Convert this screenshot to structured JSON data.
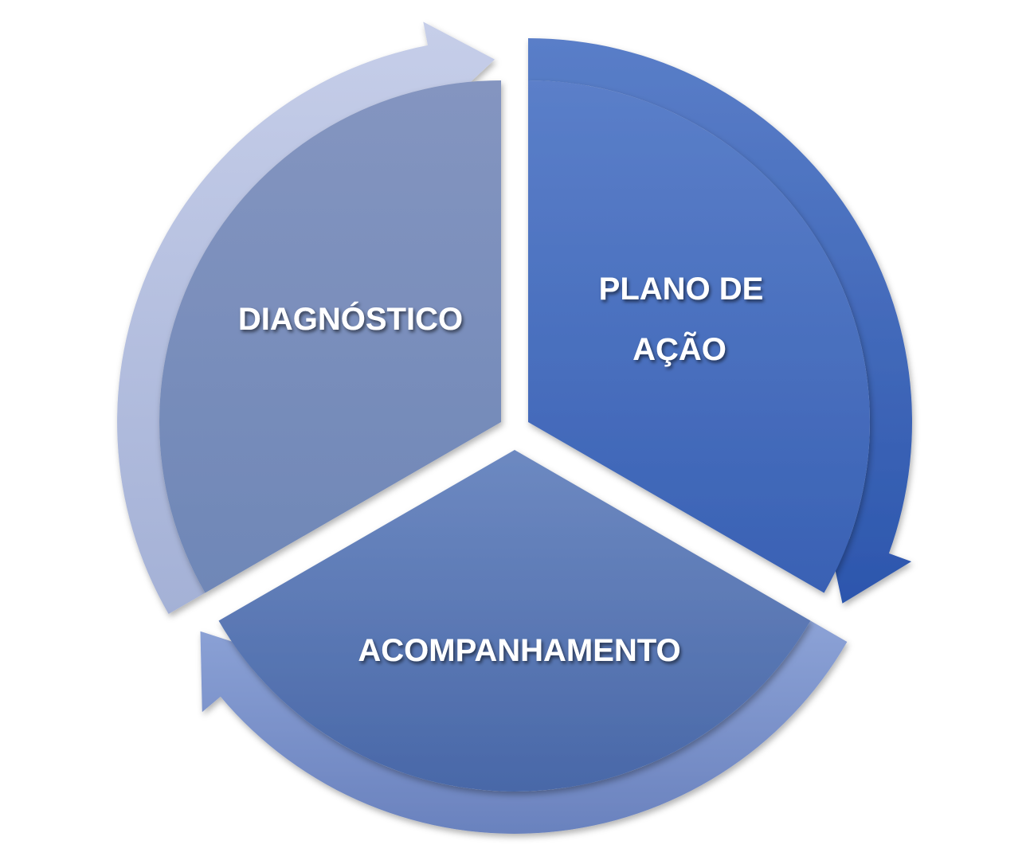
{
  "diagram": {
    "type": "cycle",
    "segments": [
      {
        "id": "diagnostico",
        "lines": [
          "DIAGNÓSTICO"
        ],
        "sector_colors": [
          "#8495c0",
          "#6f87b7"
        ],
        "ring_colors": [
          "#c6cee9",
          "#a4b1d6"
        ]
      },
      {
        "id": "plano",
        "lines": [
          "PLANO DE",
          "AÇÃO"
        ],
        "sector_colors": [
          "#5b7fc9",
          "#3961b4"
        ],
        "ring_colors": [
          "#5a7ec8",
          "#2c56ad"
        ]
      },
      {
        "id": "acompanhamento",
        "lines": [
          "ACOMPANHAMENTO"
        ],
        "sector_colors": [
          "#6d89c1",
          "#4968a8"
        ],
        "ring_colors": [
          "#8ca2d6",
          "#6a82be"
        ]
      }
    ]
  }
}
